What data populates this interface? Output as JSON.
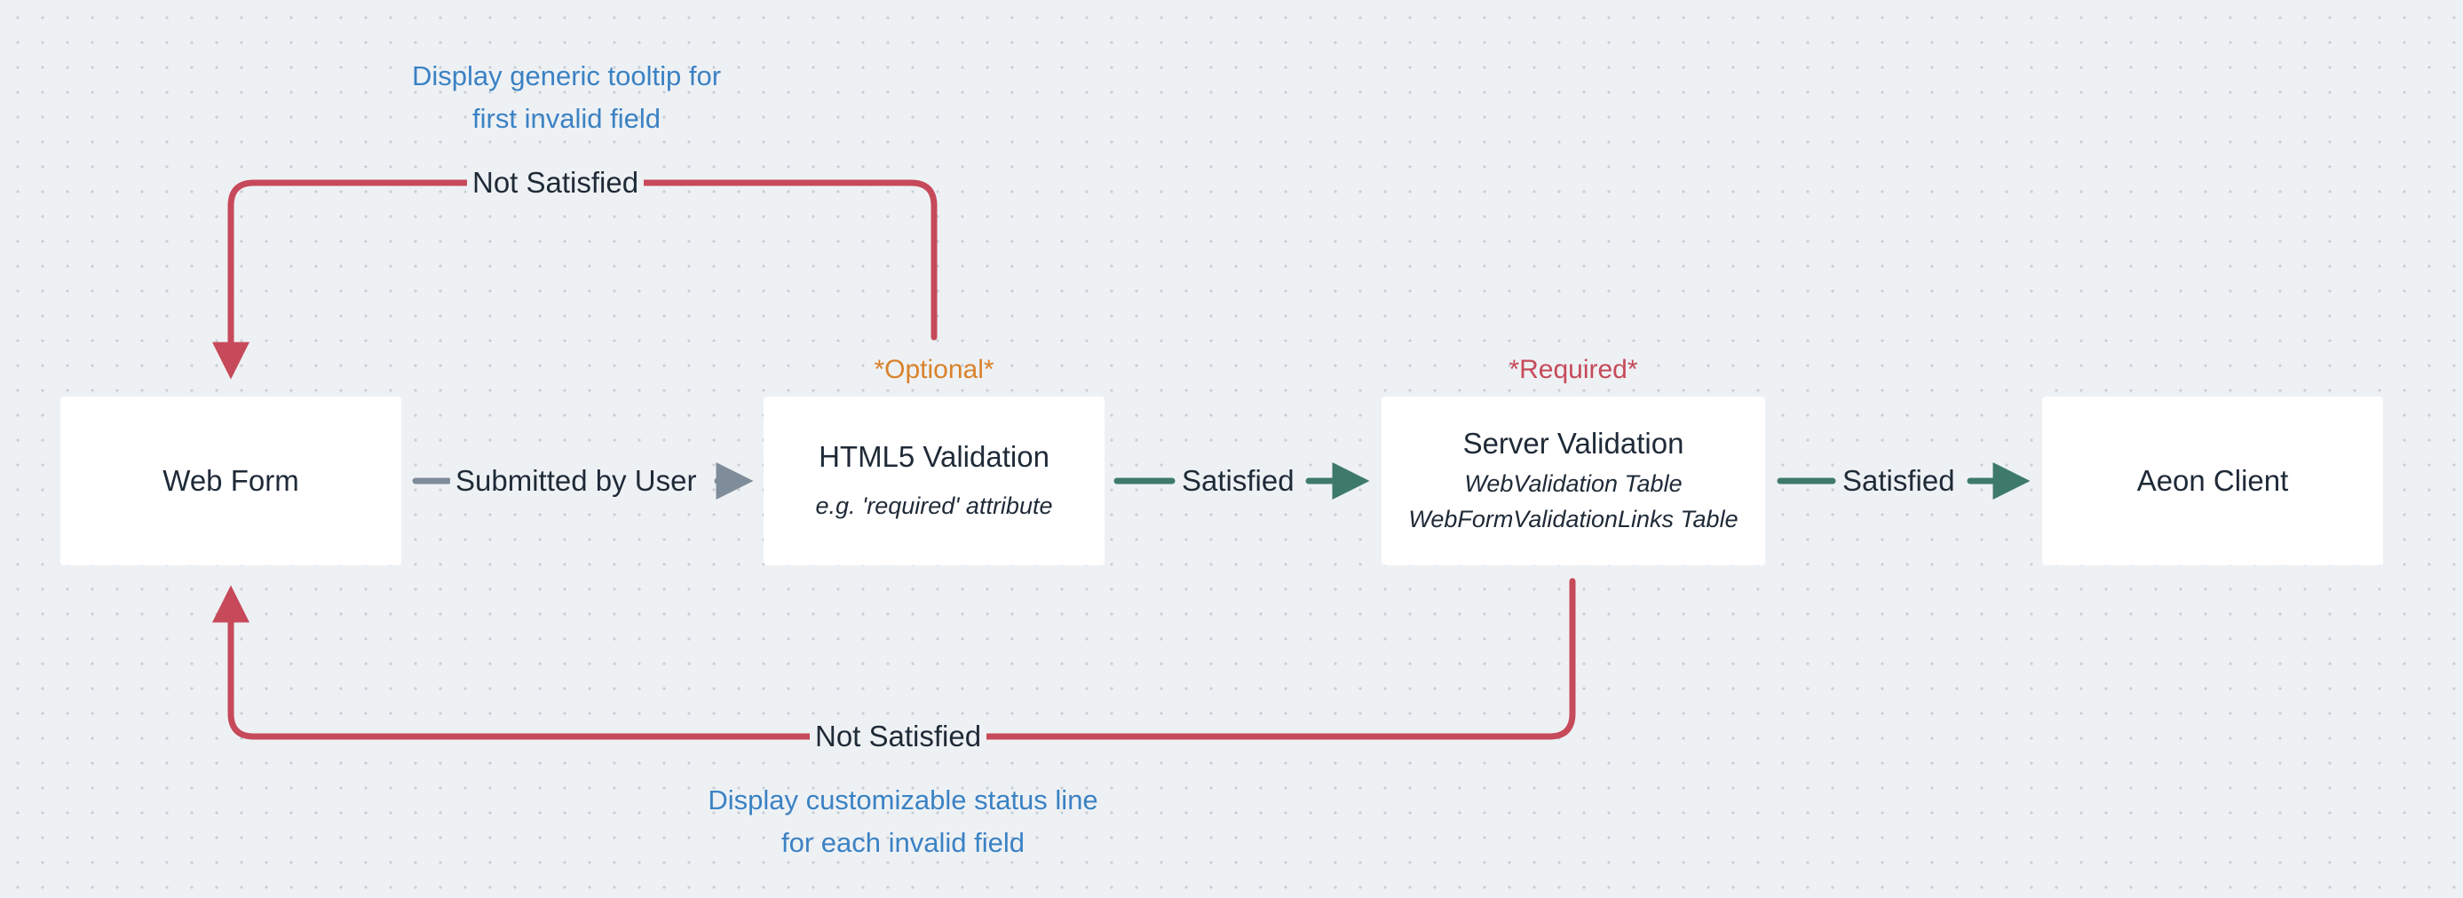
{
  "nodes": {
    "web_form": {
      "title": "Web Form"
    },
    "html5_validation": {
      "title": "HTML5 Validation",
      "subtitle": "e.g. 'required' attribute",
      "tag": "*Optional*"
    },
    "server_validation": {
      "title": "Server Validation",
      "lines": [
        "WebValidation Table",
        "WebFormValidationLinks Table"
      ],
      "tag": "*Required*"
    },
    "aeon_client": {
      "title": "Aeon Client"
    }
  },
  "edges": {
    "submitted": "Submitted by User",
    "satisfied_1": "Satisfied",
    "satisfied_2": "Satisfied",
    "not_satisfied_top": "Not Satisfied",
    "not_satisfied_bottom": "Not Satisfied"
  },
  "notes": {
    "top": [
      "Display generic tooltip for",
      "first invalid field"
    ],
    "bottom": [
      "Display customizable status line",
      "for each invalid field"
    ]
  },
  "colors": {
    "neutral_arrow": "#7f8c99",
    "success_arrow": "#3e7a6c",
    "fail_arrow": "#c64a5a",
    "optional_tag": "#d9822b",
    "required_tag": "#c64a5a",
    "note_text": "#3b82c4"
  }
}
